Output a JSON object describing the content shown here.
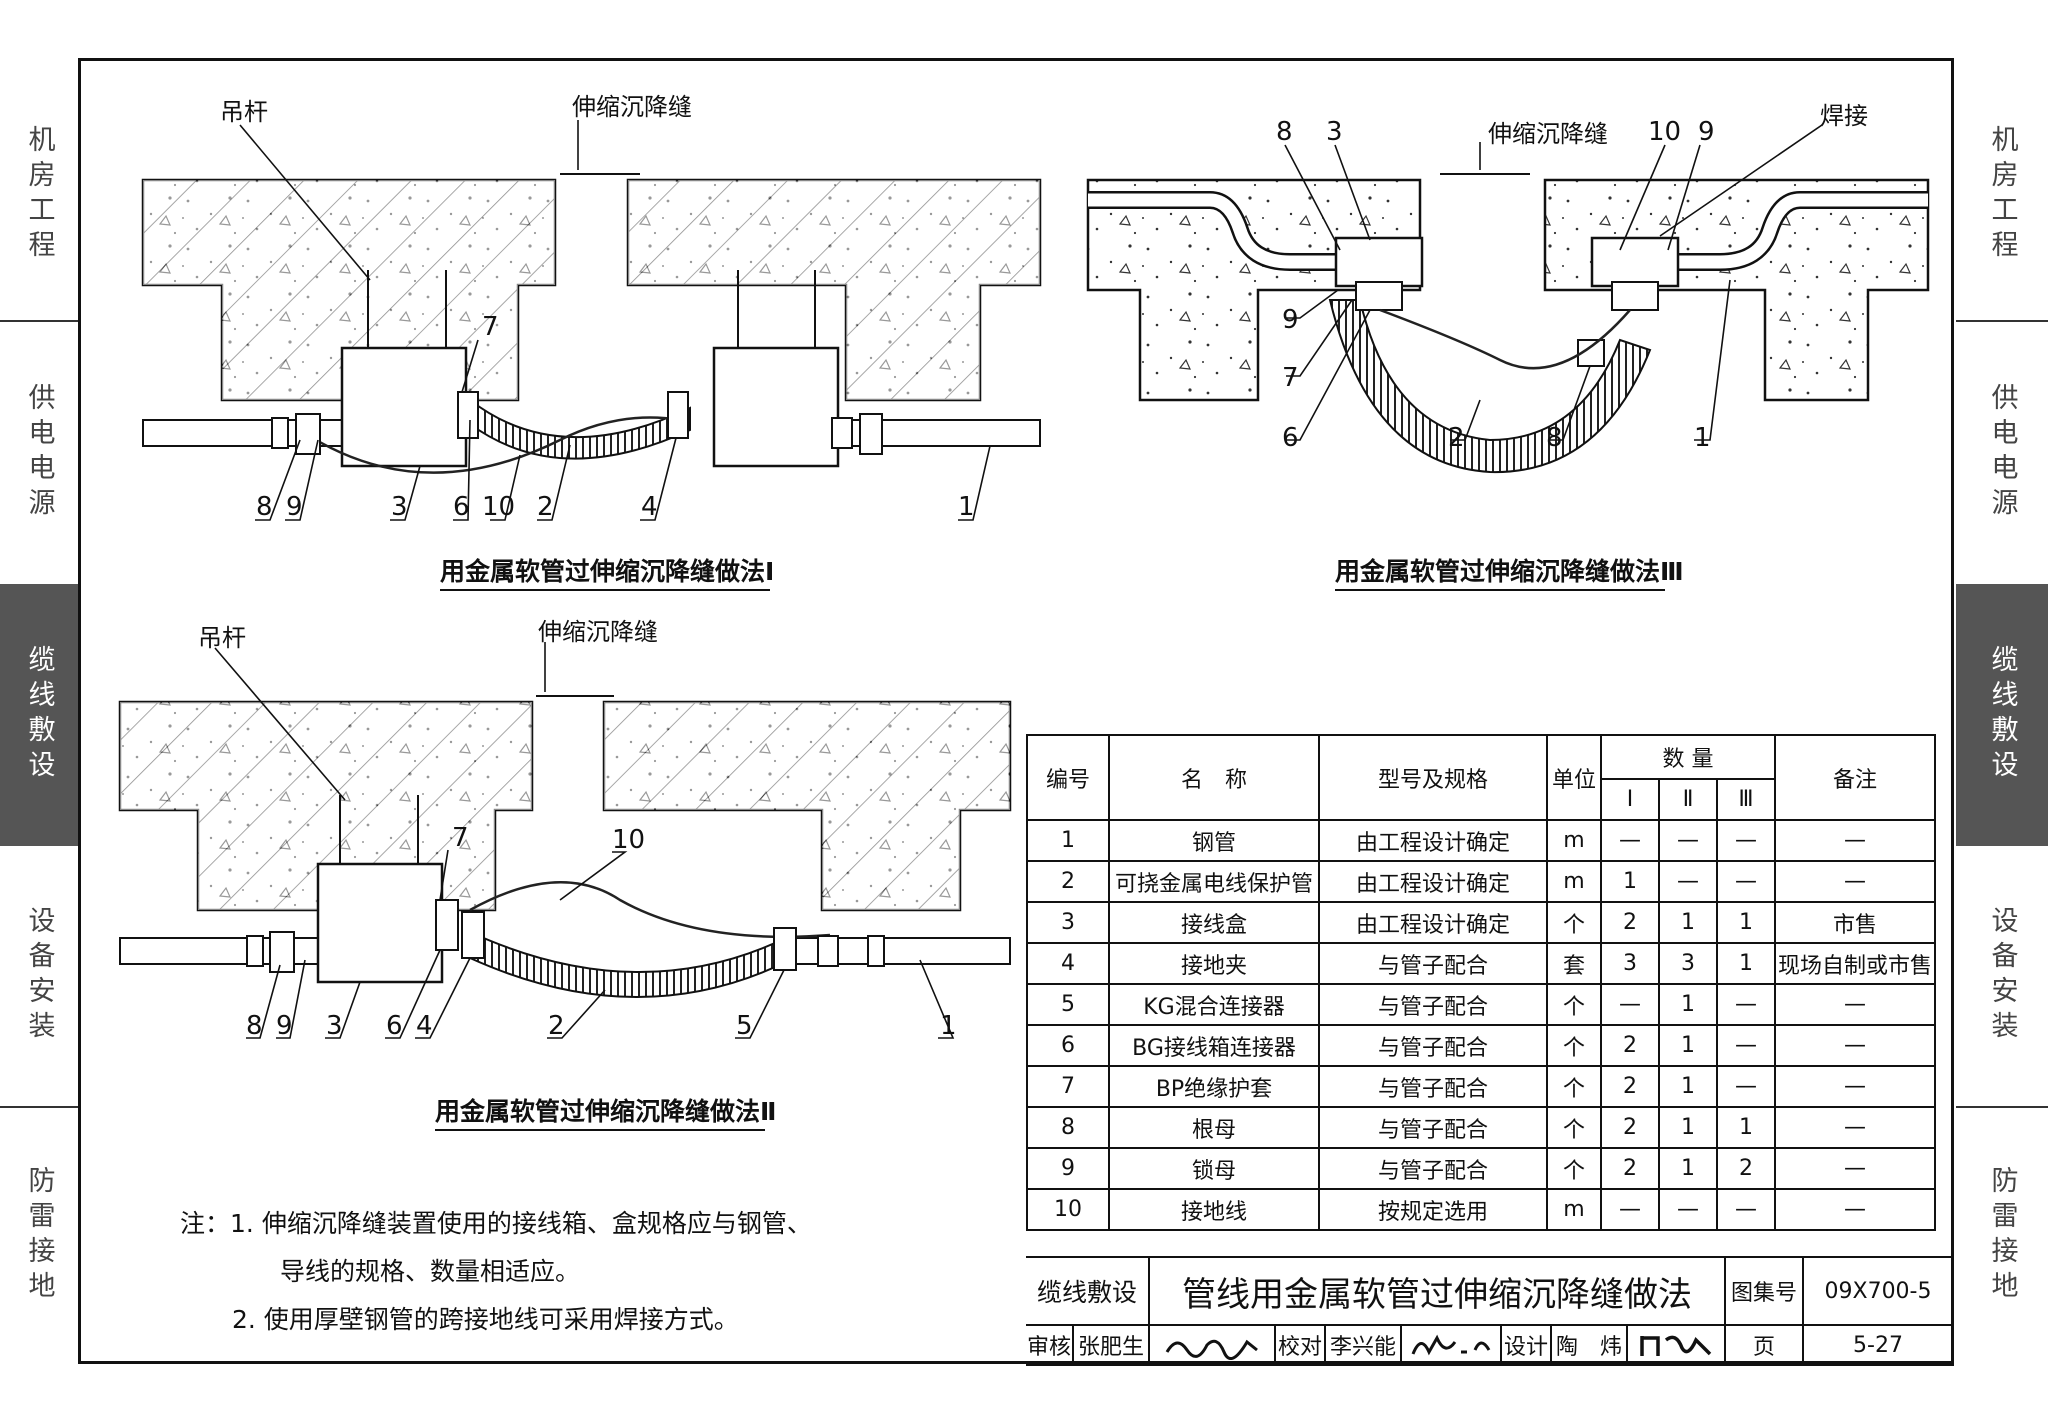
{
  "side_tabs": [
    {
      "label": "机房工程",
      "active": false
    },
    {
      "label": "供电电源",
      "active": false
    },
    {
      "label": "缆线敷设",
      "active": true
    },
    {
      "label": "设备安装",
      "active": false
    },
    {
      "label": "防雷接地",
      "active": false
    }
  ],
  "diagram1": {
    "caption": "用金属软管过伸缩沉降缝做法Ⅰ",
    "label_hanger": "吊杆",
    "label_joint": "伸缩沉降缝",
    "callouts": [
      "8",
      "9",
      "3",
      "6",
      "10",
      "2",
      "4",
      "1",
      "7"
    ]
  },
  "diagram2": {
    "caption": "用金属软管过伸缩沉降缝做法Ⅱ",
    "label_hanger": "吊杆",
    "label_joint": "伸缩沉降缝",
    "callouts": [
      "8",
      "9",
      "3",
      "6",
      "4",
      "2",
      "5",
      "1",
      "7",
      "10"
    ]
  },
  "diagram3": {
    "caption": "用金属软管过伸缩沉降缝做法Ⅲ",
    "label_joint": "伸缩沉降缝",
    "label_weld": "焊接",
    "callouts": [
      "8",
      "3",
      "10",
      "9",
      "9",
      "7",
      "6",
      "2",
      "8",
      "1"
    ]
  },
  "notes": {
    "prefix": "注：",
    "items": [
      "1.  伸缩沉降缝装置使用的接线箱、盒规格应与钢管、",
      "导线的规格、数量相适应。",
      "2.  使用厚壁钢管的跨接地线可采用焊接方式。"
    ]
  },
  "table": {
    "headers": {
      "no": "编号",
      "name": "名　称",
      "spec": "型号及规格",
      "unit": "单位",
      "qty": "数 量",
      "qty_cols": [
        "Ⅰ",
        "Ⅱ",
        "Ⅲ"
      ],
      "remark": "备注"
    },
    "rows": [
      {
        "no": "1",
        "name": "钢管",
        "spec": "由工程设计确定",
        "unit": "m",
        "q1": "—",
        "q2": "—",
        "q3": "—",
        "remark": "—"
      },
      {
        "no": "2",
        "name": "可挠金属电线保护管",
        "spec": "由工程设计确定",
        "unit": "m",
        "q1": "1",
        "q2": "—",
        "q3": "—",
        "remark": "—"
      },
      {
        "no": "3",
        "name": "接线盒",
        "spec": "由工程设计确定",
        "unit": "个",
        "q1": "2",
        "q2": "1",
        "q3": "1",
        "remark": "市售"
      },
      {
        "no": "4",
        "name": "接地夹",
        "spec": "与管子配合",
        "unit": "套",
        "q1": "3",
        "q2": "3",
        "q3": "1",
        "remark": "现场自制或市售"
      },
      {
        "no": "5",
        "name": "KG混合连接器",
        "spec": "与管子配合",
        "unit": "个",
        "q1": "—",
        "q2": "1",
        "q3": "—",
        "remark": "—"
      },
      {
        "no": "6",
        "name": "BG接线箱连接器",
        "spec": "与管子配合",
        "unit": "个",
        "q1": "2",
        "q2": "1",
        "q3": "—",
        "remark": "—"
      },
      {
        "no": "7",
        "name": "BP绝缘护套",
        "spec": "与管子配合",
        "unit": "个",
        "q1": "2",
        "q2": "1",
        "q3": "—",
        "remark": "—"
      },
      {
        "no": "8",
        "name": "根母",
        "spec": "与管子配合",
        "unit": "个",
        "q1": "2",
        "q2": "1",
        "q3": "1",
        "remark": "—"
      },
      {
        "no": "9",
        "name": "锁母",
        "spec": "与管子配合",
        "unit": "个",
        "q1": "2",
        "q2": "1",
        "q3": "2",
        "remark": "—"
      },
      {
        "no": "10",
        "name": "接地线",
        "spec": "按规定选用",
        "unit": "m",
        "q1": "—",
        "q2": "—",
        "q3": "—",
        "remark": "—"
      }
    ]
  },
  "titleblock": {
    "category": "缆线敷设",
    "title": "管线用金属软管过伸缩沉降缝做法",
    "atlas_label": "图集号",
    "atlas_no": "09X700-5",
    "review_label": "审核",
    "reviewer": "张肥生",
    "check_label": "校对",
    "checker": "李兴能",
    "design_label": "设计",
    "designer": "陶　炜",
    "page_label": "页",
    "page_no": "5-27"
  }
}
